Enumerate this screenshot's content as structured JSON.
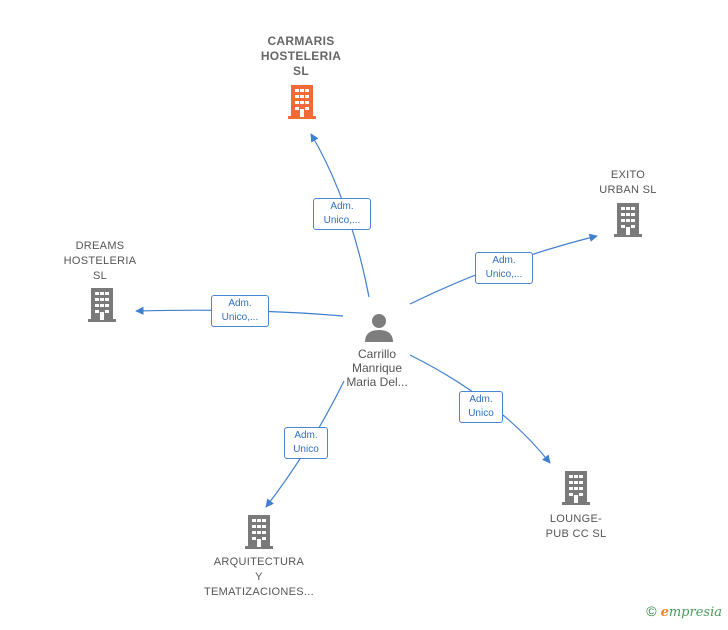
{
  "center": {
    "name": "Carrillo\nManrique\nMaria Del...",
    "icon": "person-icon"
  },
  "companies": [
    {
      "id": "carmaris",
      "name": "CARMARIS\nHOSTELERIA\nSL",
      "highlight": true,
      "color": "#f26a38"
    },
    {
      "id": "exito",
      "name": "EXITO\nURBAN  SL",
      "highlight": false,
      "color": "#7a7a7a"
    },
    {
      "id": "dreams",
      "name": "DREAMS\nHOSTELERIA\nSL",
      "highlight": false,
      "color": "#7a7a7a"
    },
    {
      "id": "lounge",
      "name": "LOUNGE-\nPUB CC SL",
      "highlight": false,
      "color": "#7a7a7a"
    },
    {
      "id": "arquitectura",
      "name": "ARQUITECTURA\nY\nTEMATIZACIONES...",
      "highlight": false,
      "color": "#7a7a7a"
    }
  ],
  "edges": [
    {
      "to": "carmaris",
      "label": "Adm.\nUnico,..."
    },
    {
      "to": "exito",
      "label": "Adm.\nUnico,..."
    },
    {
      "to": "dreams",
      "label": "Adm.\nUnico,..."
    },
    {
      "to": "lounge",
      "label": "Adm.\nUnico"
    },
    {
      "to": "arquitectura",
      "label": "Adm.\nUnico"
    }
  ],
  "colors": {
    "edge": "#3f7fd0",
    "highlight": "#f26a38",
    "building": "#7a7a7a",
    "person": "#7d7d7d"
  },
  "footer": {
    "copyright": "©",
    "brand_initial": "e",
    "brand_rest": "mpresia"
  }
}
